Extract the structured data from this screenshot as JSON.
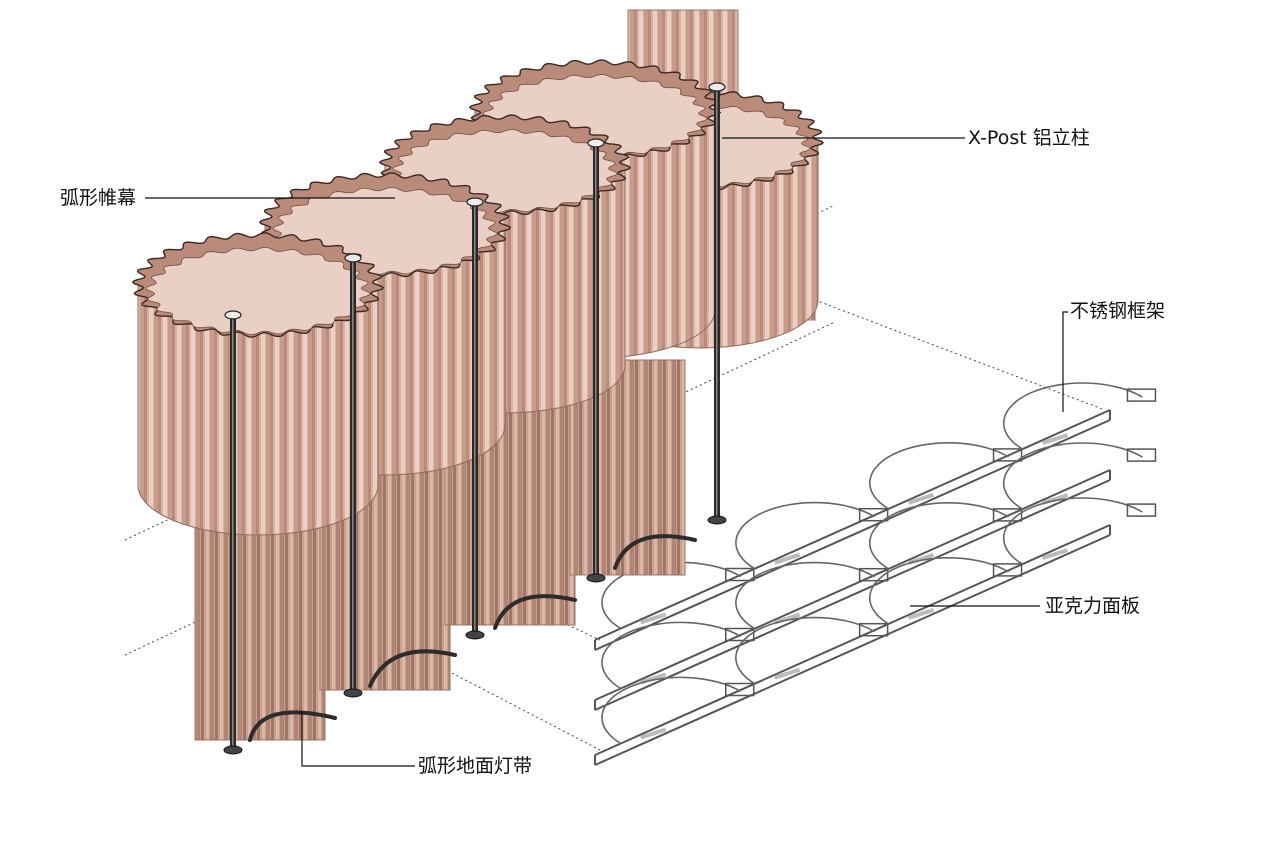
{
  "diagram": {
    "labels": {
      "curtain": "弧形帷幕",
      "post": "X-Post 铝立柱",
      "frame": "不锈钢框架",
      "panel": "亚克力面板",
      "light": "弧形地面灯带"
    },
    "colors": {
      "curtain_fill": "#dcb3a3",
      "curtain_dark": "#b98b78",
      "curtain_light": "#ead0c4",
      "post": "#2a2a2a",
      "line": "#222222",
      "frame": "#555555"
    }
  }
}
